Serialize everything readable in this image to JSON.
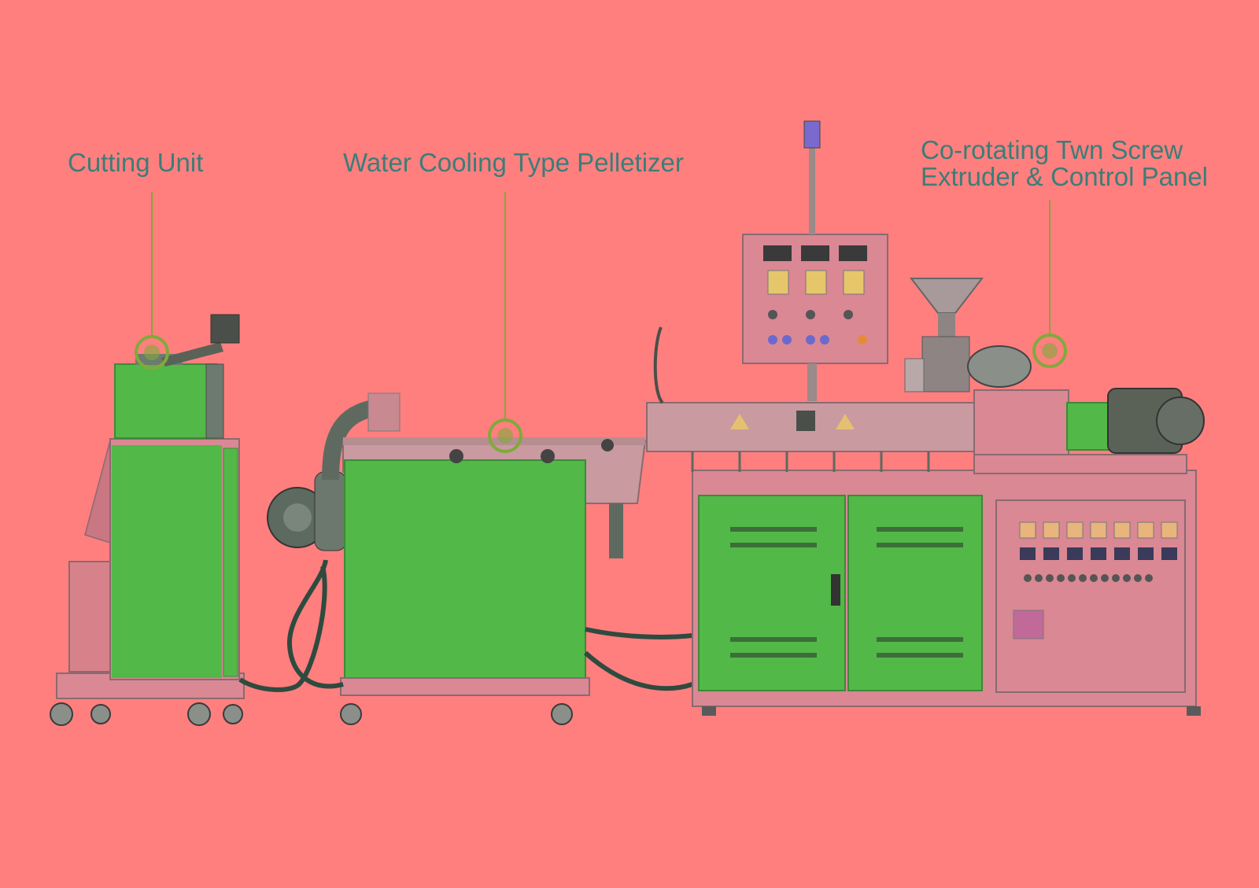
{
  "labels": {
    "cutting_unit": "Cutting Unit",
    "pelletizer": "Water Cooling Type Pelletizer",
    "extruder_line1": "Co-rotating Twn Screw",
    "extruder_line2": "Extruder & Control Panel"
  },
  "colors": {
    "background": "#FF7F7F",
    "label_text": "#3C7D78",
    "leader_line": "#7FAA3A",
    "panel_green": "#52B848",
    "machine_body": "#D9808E",
    "machine_outline": "#8A6A70",
    "hose": "#2F4A3F"
  }
}
